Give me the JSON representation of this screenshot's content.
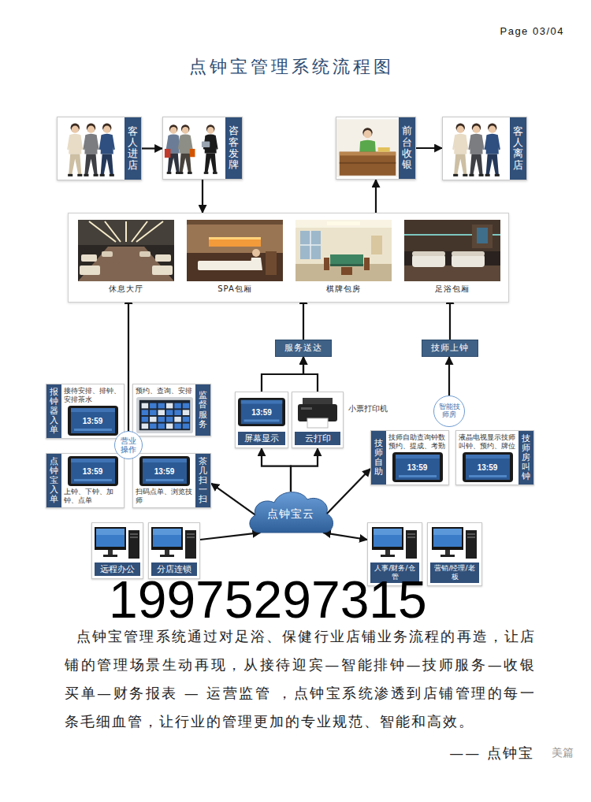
{
  "diagram": {
    "title": "点钟宝管理系统流程图",
    "nodes": [
      {
        "text": [
          "客人进店"
        ]
      },
      {
        "text": [
          "咨客发牌"
        ]
      },
      {
        "text": [
          "前台收银"
        ]
      },
      {
        "text": [
          "客人离店"
        ]
      },
      {
        "text": []
      },
      {
        "text": [
          "休息大厅"
        ],
        "in": 4
      },
      {
        "text": [
          "SPA包厢"
        ],
        "in": 4
      },
      {
        "text": [
          "棋牌包房"
        ],
        "in": 4
      },
      {
        "text": [
          "足浴包厢"
        ],
        "in": 4
      },
      {
        "text": [
          "服务送达"
        ]
      },
      {
        "text": [
          "技师上钟"
        ]
      },
      {
        "text": [
          "报钟器入单",
          "接待安排、排钟、安排茶水"
        ]
      },
      {
        "text": [
          "监督服务",
          "预约、查询、安排"
        ]
      },
      {
        "text": [
          "点钟宝入单",
          "上钟、下钟、加钟、点单"
        ]
      },
      {
        "text": [
          "茶几扫一扫",
          "扫码点单、浏览技师"
        ]
      },
      {
        "text": [
          "营业操作"
        ]
      },
      {
        "text": [
          "屏幕显示"
        ]
      },
      {
        "text": [
          "云打印"
        ]
      },
      {
        "text": [
          "智能技师房"
        ]
      },
      {
        "text": [
          "技师自助",
          "技师自助查询钟数预约、提成、考勤"
        ]
      },
      {
        "text": [
          "技师房叫钟",
          "液晶电视显示技师叫钟、预约、牌位"
        ]
      },
      {
        "text": [
          "点钟宝云"
        ]
      },
      {
        "text": [
          "远程办公"
        ]
      },
      {
        "text": [
          "分店连锁"
        ]
      },
      {
        "text": [
          "人事/财务/仓管"
        ]
      },
      {
        "text": [
          "营销/经理/老板"
        ]
      }
    ],
    "edges": [
      {
        "from": 0,
        "to": 1,
        "arrow": "to"
      },
      {
        "from": 1,
        "to": 4,
        "arrow": "to"
      },
      {
        "from": 4,
        "to": 2,
        "arrow": "to"
      },
      {
        "from": 2,
        "to": 3,
        "arrow": "to"
      },
      {
        "from": 15,
        "to": 5,
        "arrow": "to"
      },
      {
        "from": 9,
        "to": 7,
        "arrow": "to"
      },
      {
        "from": 16,
        "to": 9,
        "arrow": "to"
      },
      {
        "from": 17,
        "to": 9,
        "arrow": "to"
      },
      {
        "from": 18,
        "to": 10,
        "arrow": "to"
      },
      {
        "from": 10,
        "to": 8,
        "arrow": "to"
      },
      {
        "from": 21,
        "to": 14,
        "arrow": "to"
      },
      {
        "from": 21,
        "to": 16,
        "arrow": "to"
      },
      {
        "from": 21,
        "to": 17,
        "arrow": "to"
      },
      {
        "from": 21,
        "to": 19,
        "arrow": "to"
      },
      {
        "from": 23,
        "to": 21,
        "arrow": "to"
      },
      {
        "from": 24,
        "to": 21,
        "arrow": "both"
      }
    ],
    "labels": [
      "Page 03/04",
      "13:59",
      "13:59",
      "13:59",
      "小票打印机",
      "13:59",
      "13:59",
      "13:59",
      "19975297315",
      "点钟宝管理系统通过对足浴、保健行业店铺业务流程的再造，让店铺的管理场景生动再现，从接待迎宾—智能排钟—技师服务—收银买单—财务报表 — 运营监管 ，点钟宝系统渗透到店铺管理的每一条毛细血管，让行业的管理更加的专业规范、智能和高效。",
      "—— 点钟宝",
      "美篇"
    ]
  }
}
